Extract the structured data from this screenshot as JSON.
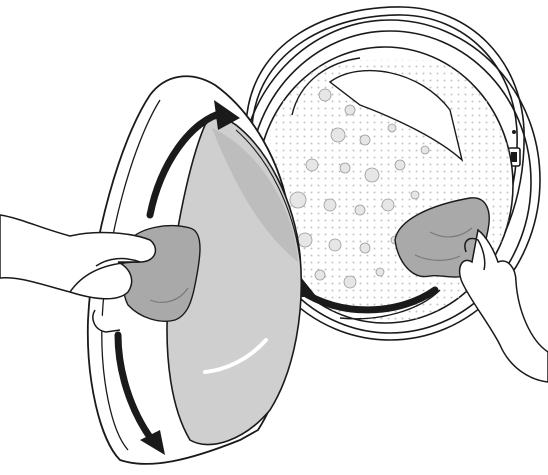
{
  "figure": {
    "colors": {
      "line": "#1a1a1a",
      "glass_fill": "#cfcfcf",
      "glass_shade": "#bdbdbd",
      "cloth_fill": "#a9a9a9",
      "cloth_dark": "#8f8f8f",
      "drum_dots": "#c7c7c7",
      "paper": "#ffffff"
    },
    "icons": [
      "washing-machine-door",
      "drum",
      "cleaning-cloth",
      "hand",
      "rotation-arrow"
    ]
  }
}
